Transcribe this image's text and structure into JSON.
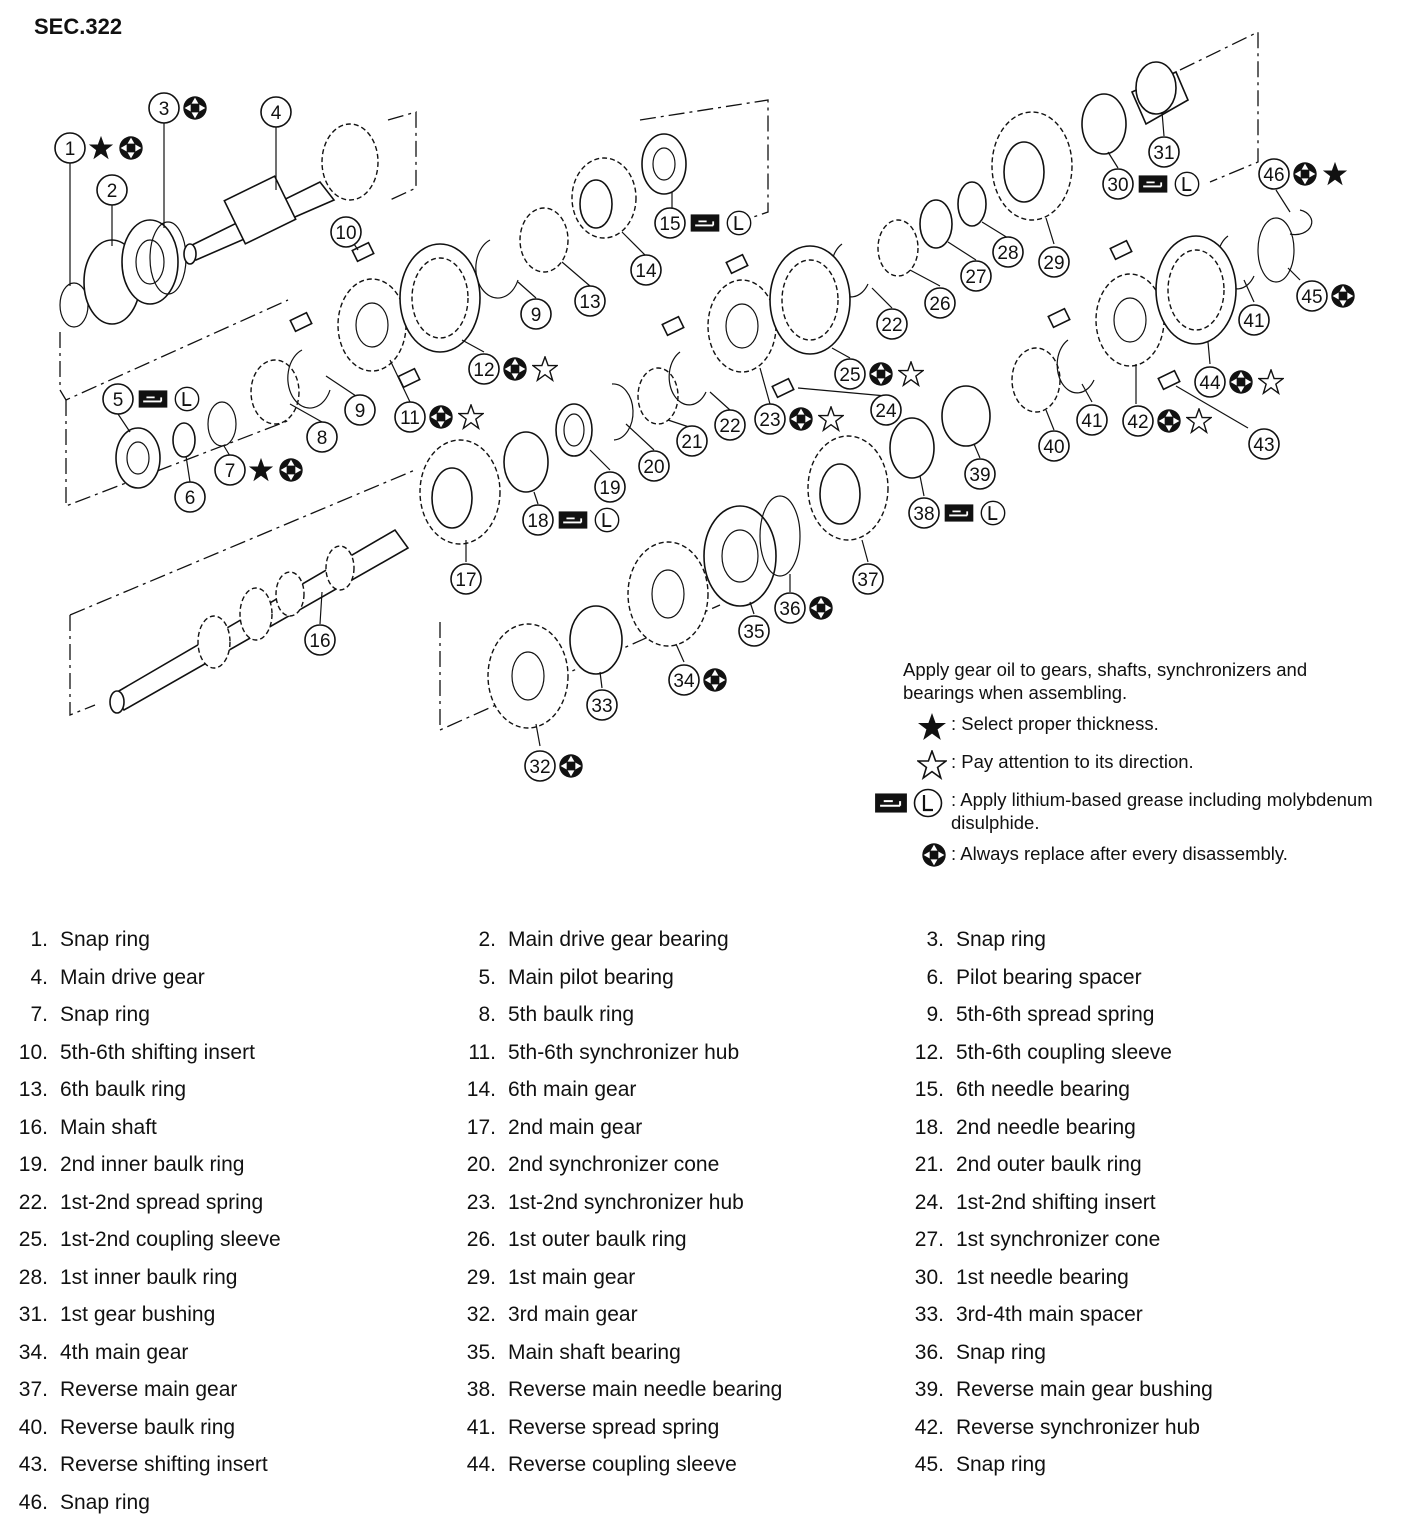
{
  "section_label": "SEC.322",
  "notes": {
    "intro": "Apply gear oil to gears, shafts, synchronizers and bearings when assembling.",
    "legend": [
      {
        "symbol": "black-star-icon",
        "text": ": Select proper thickness."
      },
      {
        "symbol": "white-star-icon",
        "text": ": Pay attention to its direction."
      },
      {
        "symbol": "grease-lithium-icon",
        "text": ": Apply lithium-based grease including molybdenum disulphide."
      },
      {
        "symbol": "replace-icon",
        "text": ": Always replace after every disassembly."
      }
    ]
  },
  "callouts": [
    {
      "n": "1",
      "marks": [
        "black-star-icon",
        "replace-icon"
      ]
    },
    {
      "n": "2",
      "marks": []
    },
    {
      "n": "3",
      "marks": [
        "replace-icon"
      ]
    },
    {
      "n": "4",
      "marks": []
    },
    {
      "n": "5",
      "marks": [
        "grease-icon",
        "lithium-l-icon"
      ]
    },
    {
      "n": "6",
      "marks": []
    },
    {
      "n": "7",
      "marks": [
        "black-star-icon",
        "replace-icon"
      ]
    },
    {
      "n": "8",
      "marks": []
    },
    {
      "n": "9",
      "marks": []
    },
    {
      "n": "9",
      "marks": []
    },
    {
      "n": "10",
      "marks": []
    },
    {
      "n": "11",
      "marks": [
        "replace-icon",
        "white-star-icon"
      ]
    },
    {
      "n": "12",
      "marks": [
        "replace-icon",
        "white-star-icon"
      ]
    },
    {
      "n": "13",
      "marks": []
    },
    {
      "n": "14",
      "marks": []
    },
    {
      "n": "15",
      "marks": [
        "grease-icon",
        "lithium-l-icon"
      ]
    },
    {
      "n": "16",
      "marks": []
    },
    {
      "n": "17",
      "marks": []
    },
    {
      "n": "18",
      "marks": [
        "grease-icon",
        "lithium-l-icon"
      ]
    },
    {
      "n": "19",
      "marks": []
    },
    {
      "n": "20",
      "marks": []
    },
    {
      "n": "21",
      "marks": []
    },
    {
      "n": "22",
      "marks": []
    },
    {
      "n": "22",
      "marks": []
    },
    {
      "n": "23",
      "marks": [
        "replace-icon",
        "white-star-icon"
      ]
    },
    {
      "n": "24",
      "marks": []
    },
    {
      "n": "25",
      "marks": [
        "replace-icon",
        "white-star-icon"
      ]
    },
    {
      "n": "26",
      "marks": []
    },
    {
      "n": "27",
      "marks": []
    },
    {
      "n": "28",
      "marks": []
    },
    {
      "n": "29",
      "marks": []
    },
    {
      "n": "30",
      "marks": [
        "grease-icon",
        "lithium-l-icon"
      ]
    },
    {
      "n": "31",
      "marks": []
    },
    {
      "n": "32",
      "marks": [
        "replace-icon"
      ]
    },
    {
      "n": "33",
      "marks": []
    },
    {
      "n": "34",
      "marks": [
        "replace-icon"
      ]
    },
    {
      "n": "35",
      "marks": []
    },
    {
      "n": "36",
      "marks": [
        "replace-icon"
      ]
    },
    {
      "n": "37",
      "marks": []
    },
    {
      "n": "38",
      "marks": [
        "grease-icon",
        "lithium-l-icon"
      ]
    },
    {
      "n": "39",
      "marks": []
    },
    {
      "n": "40",
      "marks": []
    },
    {
      "n": "41",
      "marks": []
    },
    {
      "n": "41",
      "marks": []
    },
    {
      "n": "42",
      "marks": [
        "replace-icon",
        "white-star-icon"
      ]
    },
    {
      "n": "43",
      "marks": []
    },
    {
      "n": "44",
      "marks": [
        "replace-icon",
        "white-star-icon"
      ]
    },
    {
      "n": "45",
      "marks": [
        "replace-icon"
      ]
    },
    {
      "n": "46",
      "marks": [
        "replace-icon",
        "black-star-icon"
      ]
    }
  ],
  "parts": [
    {
      "num": "1.",
      "name": "Snap ring"
    },
    {
      "num": "2.",
      "name": "Main drive gear bearing"
    },
    {
      "num": "3.",
      "name": "Snap ring"
    },
    {
      "num": "4.",
      "name": "Main drive gear"
    },
    {
      "num": "5.",
      "name": "Main pilot bearing"
    },
    {
      "num": "6.",
      "name": "Pilot bearing spacer"
    },
    {
      "num": "7.",
      "name": "Snap ring"
    },
    {
      "num": "8.",
      "name": "5th baulk ring"
    },
    {
      "num": "9.",
      "name": "5th-6th spread spring"
    },
    {
      "num": "10.",
      "name": "5th-6th shifting insert"
    },
    {
      "num": "11.",
      "name": "5th-6th synchronizer hub"
    },
    {
      "num": "12.",
      "name": "5th-6th coupling sleeve"
    },
    {
      "num": "13.",
      "name": "6th baulk ring"
    },
    {
      "num": "14.",
      "name": "6th main gear"
    },
    {
      "num": "15.",
      "name": "6th needle bearing"
    },
    {
      "num": "16.",
      "name": "Main shaft"
    },
    {
      "num": "17.",
      "name": "2nd main gear"
    },
    {
      "num": "18.",
      "name": "2nd needle bearing"
    },
    {
      "num": "19.",
      "name": "2nd inner baulk ring"
    },
    {
      "num": "20.",
      "name": "2nd synchronizer cone"
    },
    {
      "num": "21.",
      "name": "2nd outer baulk ring"
    },
    {
      "num": "22.",
      "name": "1st-2nd spread spring"
    },
    {
      "num": "23.",
      "name": "1st-2nd synchronizer hub"
    },
    {
      "num": "24.",
      "name": "1st-2nd shifting insert"
    },
    {
      "num": "25.",
      "name": "1st-2nd coupling sleeve"
    },
    {
      "num": "26.",
      "name": "1st outer baulk ring"
    },
    {
      "num": "27.",
      "name": "1st synchronizer cone"
    },
    {
      "num": "28.",
      "name": "1st inner baulk ring"
    },
    {
      "num": "29.",
      "name": "1st main gear"
    },
    {
      "num": "30.",
      "name": "1st needle bearing"
    },
    {
      "num": "31.",
      "name": "1st gear bushing"
    },
    {
      "num": "32.",
      "name": "3rd main gear"
    },
    {
      "num": "33.",
      "name": "3rd-4th main spacer"
    },
    {
      "num": "34.",
      "name": "4th main gear"
    },
    {
      "num": "35.",
      "name": "Main shaft bearing"
    },
    {
      "num": "36.",
      "name": "Snap ring"
    },
    {
      "num": "37.",
      "name": "Reverse main gear"
    },
    {
      "num": "38.",
      "name": "Reverse main needle bearing"
    },
    {
      "num": "39.",
      "name": "Reverse main gear bushing"
    },
    {
      "num": "40.",
      "name": "Reverse baulk ring"
    },
    {
      "num": "41.",
      "name": "Reverse spread spring"
    },
    {
      "num": "42.",
      "name": "Reverse synchronizer hub"
    },
    {
      "num": "43.",
      "name": "Reverse shifting insert"
    },
    {
      "num": "44.",
      "name": "Reverse coupling sleeve"
    },
    {
      "num": "45.",
      "name": "Snap ring"
    },
    {
      "num": "46.",
      "name": "Snap ring"
    }
  ]
}
